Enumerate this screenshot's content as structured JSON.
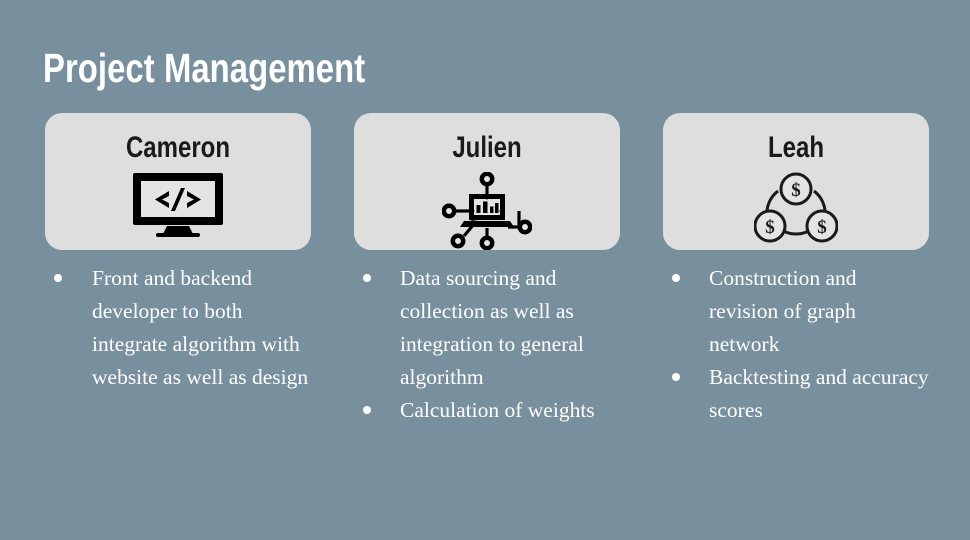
{
  "slide": {
    "title": "Project Management",
    "background_color": "#788f9e",
    "card_color": "#dedede",
    "text_color": "#ffffff",
    "heading_color": "#1a1a1a"
  },
  "columns": [
    {
      "name": "Cameron",
      "icon": "monitor-code-icon",
      "bullets": [
        "Front and backend developer to both integrate algorithm with website as well as design"
      ]
    },
    {
      "name": "Julien",
      "icon": "laptop-data-network-icon",
      "bullets": [
        "Data sourcing and collection as well as integration to general algorithm",
        "Calculation of weights"
      ]
    },
    {
      "name": "Leah",
      "icon": "money-graph-network-icon",
      "bullets": [
        "Construction and revision of graph network",
        "Backtesting and accuracy scores"
      ]
    }
  ]
}
